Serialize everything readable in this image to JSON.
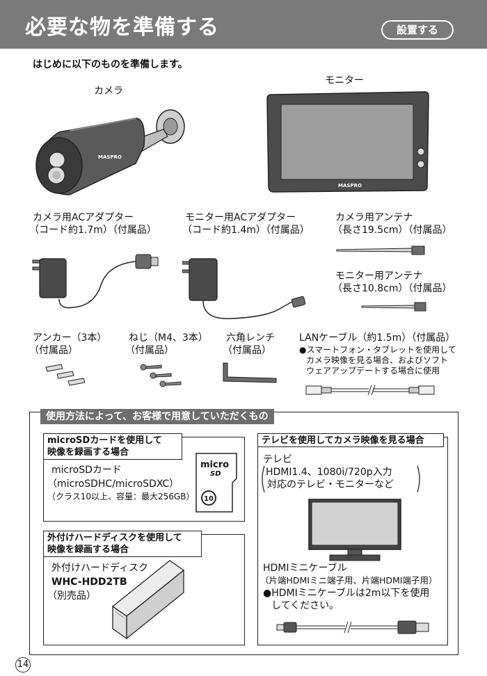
{
  "header": {
    "title": "必要な物を準備する",
    "tag": "設置する"
  },
  "intro": "はじめに以下のものを準備します。",
  "camera": {
    "label": "カメラ",
    "brand": "MASPRO"
  },
  "monitor": {
    "label": "モニター",
    "brand": "MASPRO"
  },
  "camera_adapter": {
    "line1": "カメラ用ACアダプター",
    "line2": "（コード約1.7m）（付属品）"
  },
  "monitor_adapter": {
    "line1": "モニター用ACアダプター",
    "line2": "（コード約1.4m）（付属品）"
  },
  "camera_antenna": {
    "line1": "カメラ用アンテナ",
    "line2": "（長さ19.5cm）（付属品）"
  },
  "monitor_antenna": {
    "line1": "モニター用アンテナ",
    "line2": "（長さ10.8cm）（付属品）"
  },
  "anchor": {
    "line1": "アンカー（3本）",
    "line2": "（付属品）"
  },
  "screw": {
    "line1": "ねじ（M4、3本）",
    "line2": "（付属品）"
  },
  "wrench": {
    "line1": "六角レンチ",
    "line2": "（付属品）"
  },
  "lan": {
    "line1": "LANケーブル（約1.5m）（付属品）",
    "note1": "●スマートフォン・タブレットを使用して",
    "note2": "カメラ映像を見る場合、およびソフト",
    "note3": "ウェアアップデートする場合に使用"
  },
  "user_box": {
    "title": "使用方法によって、お客様で用意していただくもの",
    "sd": {
      "heading1": "microSDカードを使用して",
      "heading2": "映像を録画する場合",
      "line1": "microSDカード",
      "line2": "（microSDHC/microSDXC）",
      "line3": "（クラス10以上、容量：最大256GB）",
      "card_logo_top": "micro",
      "card_logo_bottom": "SD",
      "card_class": "10"
    },
    "hdd": {
      "heading1": "外付けハードディスクを使用して",
      "heading2": "映像を録画する場合",
      "line1": "外付けハードディスク",
      "model": "WHC-HDD2TB",
      "line3": "（別売品）"
    },
    "tv": {
      "heading": "テレビを使用してカメラ映像を見る場合",
      "line1": "テレビ",
      "line2": "HDMI1.4、1080i/720p入力",
      "line3": "対応のテレビ・モニターなど",
      "cable_line1": "HDMIミニケーブル",
      "cable_line2": "（片端HDMIミニ端子用、片端HDMI端子用）",
      "cable_line3": "●HDMIミニケーブルは2m以下を使用",
      "cable_line4": "してください。"
    }
  },
  "page_number": "14",
  "colors": {
    "header_bg": "#7a7a7a",
    "box_title_bg": "#6e6e6e",
    "ink": "#111111"
  }
}
